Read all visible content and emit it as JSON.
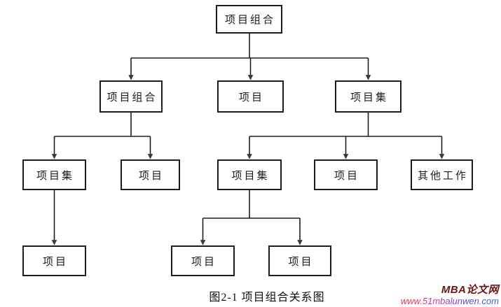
{
  "diagram": {
    "caption": "图2-1 项目组合关系图",
    "nodes": [
      {
        "id": "root",
        "label": "项目组合",
        "level": 1
      },
      {
        "id": "l2-portfolio",
        "label": "项目组合",
        "level": 2
      },
      {
        "id": "l2-project",
        "label": "项目",
        "level": 2
      },
      {
        "id": "l2-program",
        "label": "项目集",
        "level": 2
      },
      {
        "id": "l3-program-a",
        "label": "项目集",
        "level": 3
      },
      {
        "id": "l3-project-a",
        "label": "项目",
        "level": 3
      },
      {
        "id": "l3-program-b",
        "label": "项目集",
        "level": 3
      },
      {
        "id": "l3-project-b",
        "label": "项目",
        "level": 3
      },
      {
        "id": "l3-other-work",
        "label": "其他工作",
        "level": 3
      },
      {
        "id": "l4-project-a",
        "label": "项目",
        "level": 4
      },
      {
        "id": "l4-project-b",
        "label": "项目",
        "level": 4
      },
      {
        "id": "l4-project-c",
        "label": "项目",
        "level": 4
      }
    ],
    "edges": [
      [
        "root",
        "l2-portfolio"
      ],
      [
        "root",
        "l2-project"
      ],
      [
        "root",
        "l2-program"
      ],
      [
        "l2-portfolio",
        "l3-program-a"
      ],
      [
        "l2-portfolio",
        "l3-project-a"
      ],
      [
        "l2-program",
        "l3-program-b"
      ],
      [
        "l2-program",
        "l3-project-b"
      ],
      [
        "l2-program",
        "l3-other-work"
      ],
      [
        "l3-program-a",
        "l4-project-a"
      ],
      [
        "l3-program-b",
        "l4-project-b"
      ],
      [
        "l3-program-b",
        "l4-project-c"
      ]
    ],
    "line_color": "#1d1d1d",
    "arrow_color": "#3a3a3a"
  },
  "watermark": {
    "brand": "MBA论文网",
    "url": "www.51mbalunwen.com",
    "brand_color": "#6b1414",
    "url_gradient": [
      "#e03a3a",
      "#d6359c",
      "#5b43d8",
      "#2e6be0"
    ]
  }
}
